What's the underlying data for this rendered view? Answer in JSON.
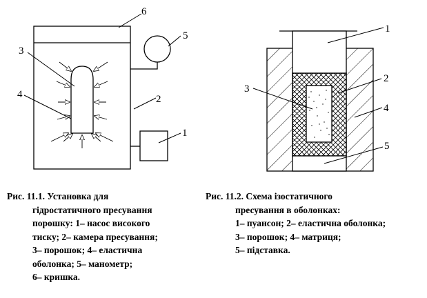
{
  "figure1": {
    "labels": {
      "l1": "1",
      "l2": "2",
      "l3": "3",
      "l4": "4",
      "l5": "5",
      "l6": "6"
    },
    "caption": [
      "Рис. 11.1. Установка для",
      "гідростатичного пресування",
      "порошку: 1– насос високого",
      "тиску; 2– камера пресування;",
      "3– порошок; 4– еластична",
      "оболонка; 5– манометр;",
      "6– кришка."
    ]
  },
  "figure2": {
    "labels": {
      "l1": "1",
      "l2": "2",
      "l3": "3",
      "l4": "4",
      "l5": "5"
    },
    "caption": [
      "Рис. 11.2. Схема ізостатичного",
      "пресування в оболонках:",
      "1– пуансон; 2– еластична оболонка;",
      "3– порошок; 4– матриця;",
      "5– підставка."
    ]
  }
}
